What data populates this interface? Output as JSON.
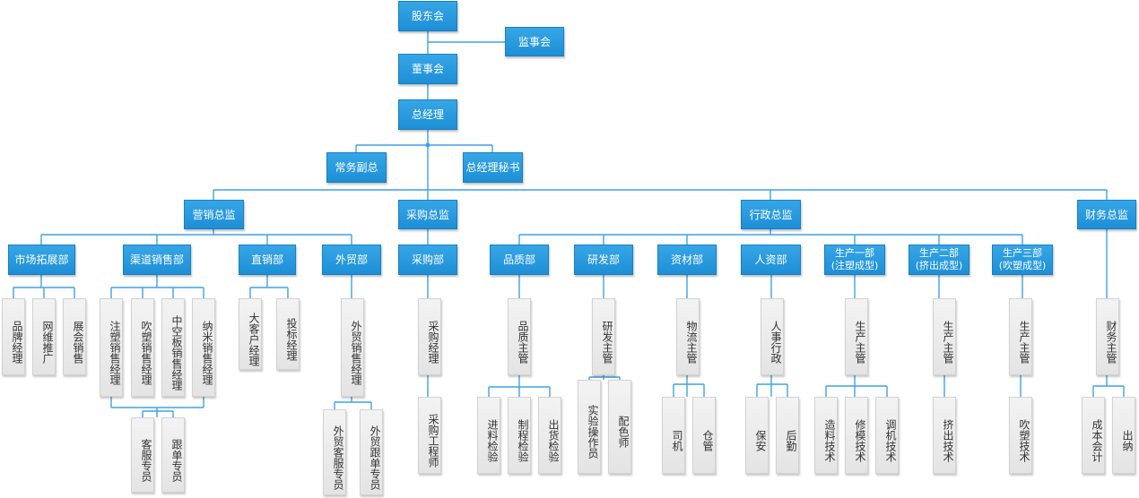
{
  "top": {
    "shareholders": "股东会",
    "supervisors": "监事会",
    "board": "董事会",
    "gm": "总经理",
    "vice_gm": "常务副总",
    "gm_secretary": "总经理秘书"
  },
  "directors": {
    "marketing": "营销总监",
    "purchasing": "采购总监",
    "admin": "行政总监",
    "finance": "财务总监"
  },
  "departments": {
    "market_dev": "市场拓展部",
    "channel_sales": "渠道销售部",
    "direct": "直销部",
    "foreign_trade": "外贸部",
    "purchase": "采购部",
    "quality": "品质部",
    "rnd": "研发部",
    "materials": "资材部",
    "hr": "人资部",
    "prod1": "生产一部\n(注塑成型)",
    "prod2": "生产二部\n(挤出成型)",
    "prod3": "生产三部\n(吹塑成型)"
  },
  "roles": {
    "brand_manager": "品牌经理",
    "online_promo": "网维推广",
    "exhibition_sales": "展会销售",
    "injection_sales_mgr": "注塑销售经理",
    "blow_sales_mgr": "吹塑销售经理",
    "hollow_sales_mgr": "中空板销售经理",
    "nano_sales_mgr": "纳米销售经理",
    "cs_specialist": "客服专员",
    "follow_specialist": "跟单专员",
    "key_account_mgr": "大客户经理",
    "bid_mgr": "投标经理",
    "ft_sales_mgr": "外贸销售经理",
    "ft_cs_specialist": "外贸客服专员",
    "ft_follow_specialist": "外贸跟单专员",
    "purchase_mgr": "采购经理",
    "purchase_engineer": "采购工程师",
    "quality_supervisor": "品质主管",
    "incoming_inspection": "进料检验",
    "process_inspection": "制程检验",
    "outgoing_inspection": "出货检验",
    "rnd_supervisor": "研发主管",
    "lab_operator": "实验操作员",
    "color_matcher": "配色师",
    "logistics_supervisor": "物流主管",
    "driver": "司机",
    "warehouse": "仓管",
    "hr_admin": "人事行政",
    "security": "保安",
    "logistics_service": "后勤",
    "prod_supervisor1": "生产主管",
    "pellet_tech": "造料技术",
    "mold_repair_tech": "修模技术",
    "machine_tuning_tech": "调机技术",
    "prod_supervisor2": "生产主管",
    "extrusion_tech": "挤出技术",
    "prod_supervisor3": "生产主管",
    "blow_tech": "吹塑技术",
    "finance_supervisor": "财务主管",
    "cost_accountant": "成本会计",
    "cashier": "出纳"
  },
  "colors": {
    "blue_box": "#2a9be0",
    "grey_box": "#ebebeb",
    "line": "#3ea2e4"
  }
}
